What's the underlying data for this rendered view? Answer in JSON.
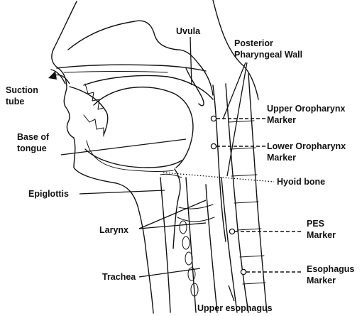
{
  "labels": {
    "suction_tube": [
      "Suction",
      "tube"
    ],
    "uvula": "Uvula",
    "posterior_wall": [
      "Posterior",
      "Pharyngeal Wall"
    ],
    "upper_oropharynx": [
      "Upper Oropharynx",
      "Marker"
    ],
    "base_of_tongue": [
      "Base of",
      "tongue"
    ],
    "lower_oropharynx": [
      "Lower Oropharynx",
      "Marker"
    ],
    "hyoid_bone": "Hyoid bone",
    "epiglottis": "Epiglottis",
    "larynx": "Larynx",
    "pes_marker": [
      "PES",
      "Marker"
    ],
    "trachea": "Trachea",
    "esophagus_marker": [
      "Esophagus",
      "Marker"
    ],
    "upper_esophagus": "Upper esophagus"
  }
}
